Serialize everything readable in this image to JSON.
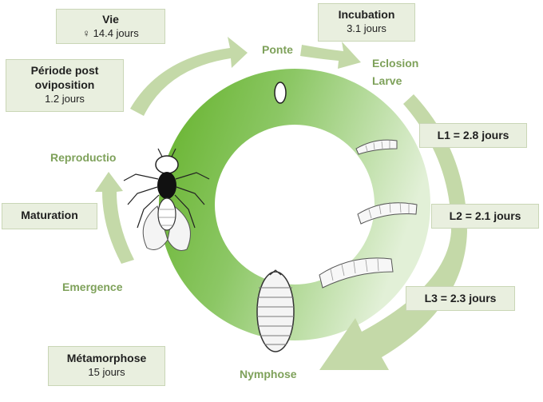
{
  "stages": {
    "ponte": "Ponte",
    "eclosion": "Eclosion",
    "larve": "Larve",
    "nymphose": "Nymphose",
    "emergence": "Emergence",
    "reproduction": "Reproductio"
  },
  "boxes": {
    "vie": {
      "title": "Vie",
      "value": "♀  14.4 jours"
    },
    "incubation": {
      "title": "Incubation",
      "value": "3.1 jours"
    },
    "post_oviposition": {
      "title_line1": "Période post",
      "title_line2": "oviposition",
      "value": "1.2 jours"
    },
    "l1": "L1 =  2.8 jours",
    "l2": "L2 =  2.1 jours",
    "l3": "L3 =  2.3 jours",
    "maturation": "Maturation",
    "metamorphose": {
      "title": "Métamorphose",
      "value": "15 jours"
    }
  },
  "colors": {
    "ring_dark": "#6bb62f",
    "ring_light": "#d6ebc6",
    "arrow": "#c4d9a8",
    "stage_text": "#7ea15a",
    "box_fill": "#e9efdf",
    "box_border": "#c9d6b6"
  },
  "icons": [
    "egg-icon",
    "larva-l1-icon",
    "larva-l2-icon",
    "larva-l3-icon",
    "pupa-icon",
    "fly-icon"
  ]
}
